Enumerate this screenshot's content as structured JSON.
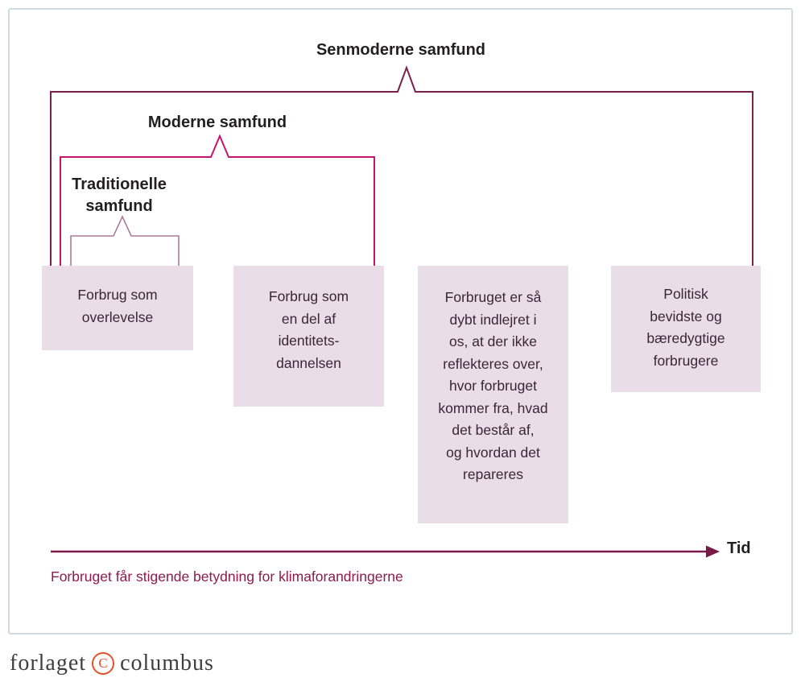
{
  "colors": {
    "senmoderne_line": "#7a1f4e",
    "moderne_line": "#c4156f",
    "traditionelle_line": "#ab7a99",
    "arrow_line": "#7a1948",
    "box_fill": "#e9dde8",
    "box_text": "#3a2639",
    "caption_text": "#8e1a4e",
    "title_text": "#231f20",
    "frame_border": "#ccdce1",
    "copyright_accent": "#e4512e"
  },
  "eras": {
    "senmoderne": {
      "label": "Senmoderne samfund"
    },
    "moderne": {
      "label": "Moderne samfund"
    },
    "traditionelle": {
      "label": "Traditionelle\nsamfund"
    }
  },
  "boxes": [
    {
      "text": "Forbrug som\noverlevelse"
    },
    {
      "text": "Forbrug som\nen del af\nidentitets-\ndannelsen"
    },
    {
      "text": "Forbruget er så\ndybt indlejret i\nos, at der ikke\nreflekteres over,\nhvor forbruget\nkommer fra, hvad\ndet består af,\nog hvordan det\nrepareres"
    },
    {
      "text": "Politisk\nbevidste og\nbæredygtige\nforbrugere"
    }
  ],
  "timeline": {
    "axis_label": "Tid",
    "caption": "Forbruget får stigende betydning for klimaforandringerne"
  },
  "footer": {
    "publisher_prefix": "forlaget",
    "copyright_letter": "C",
    "publisher_name": "columbus"
  }
}
